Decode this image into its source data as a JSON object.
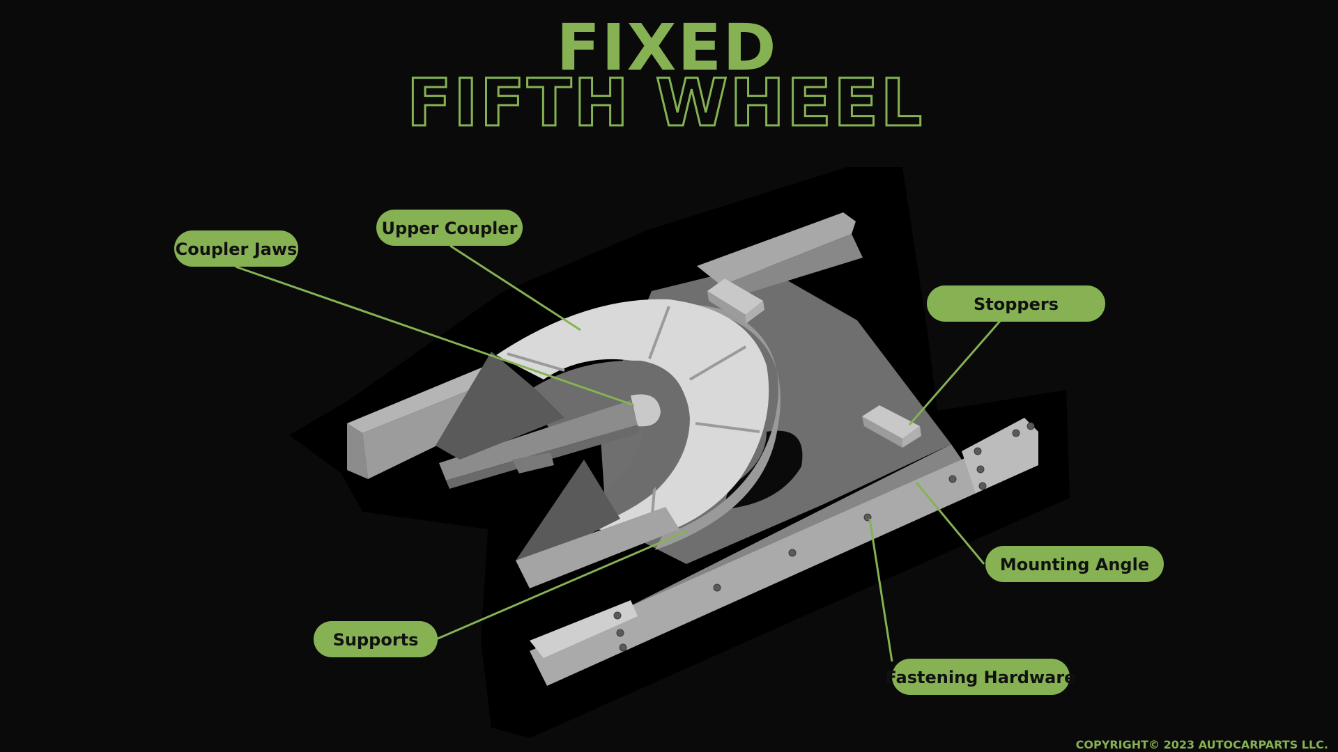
{
  "title": {
    "line1": "FIXED",
    "line2": "FIFTH WHEEL"
  },
  "labels": {
    "coupler_jaws": "Coupler Jaws",
    "upper_coupler": "Upper Coupler",
    "stoppers": "Stoppers",
    "mounting_angle": "Mounting Angle",
    "supports": "Supports",
    "fastening_hardware": "Fastening Hardware"
  },
  "copyright": "COPYRIGHT© 2023 AUTOCARPARTS LLC.",
  "colors": {
    "background": "#0a0a0a",
    "accent": "#86b254",
    "label_text": "#111111",
    "metal_light": "#d9d9d9",
    "metal_mid": "#a8a8a8",
    "metal_dark": "#6f6f6f",
    "metal_darker": "#555555"
  }
}
